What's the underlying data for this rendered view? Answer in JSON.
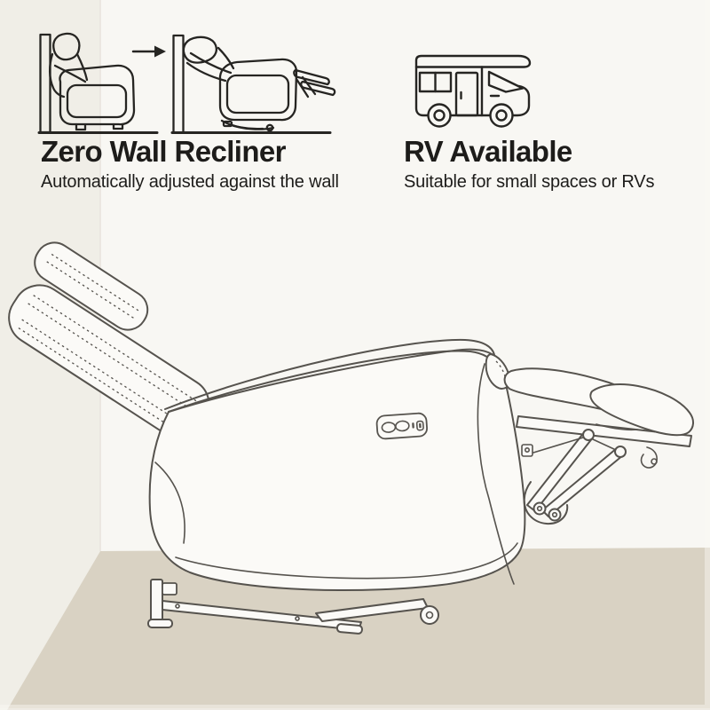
{
  "colors": {
    "background": "#f8f7f3",
    "wall_left": "#f0eee7",
    "floor": "#d9d2c3",
    "line": "#56534e",
    "icon_line": "#262522",
    "text": "#1d1c1a",
    "chair_fill": "#fbfaf7"
  },
  "features": [
    {
      "title": "Zero Wall Recliner",
      "subtitle": "Automatically adjusted against the wall",
      "icon": "zero-wall-before-after-icon"
    },
    {
      "title": "RV Available",
      "subtitle": "Suitable for small spaces or RVs",
      "icon": "rv-icon"
    }
  ],
  "illustration": {
    "subject": "power recliner shown fully reclined against wall in room corner",
    "parts": [
      "headrest",
      "back-cushion",
      "armrest",
      "side-panel",
      "control-panel",
      "usb-port",
      "footrest",
      "linkage-mechanism",
      "base-rails"
    ]
  }
}
